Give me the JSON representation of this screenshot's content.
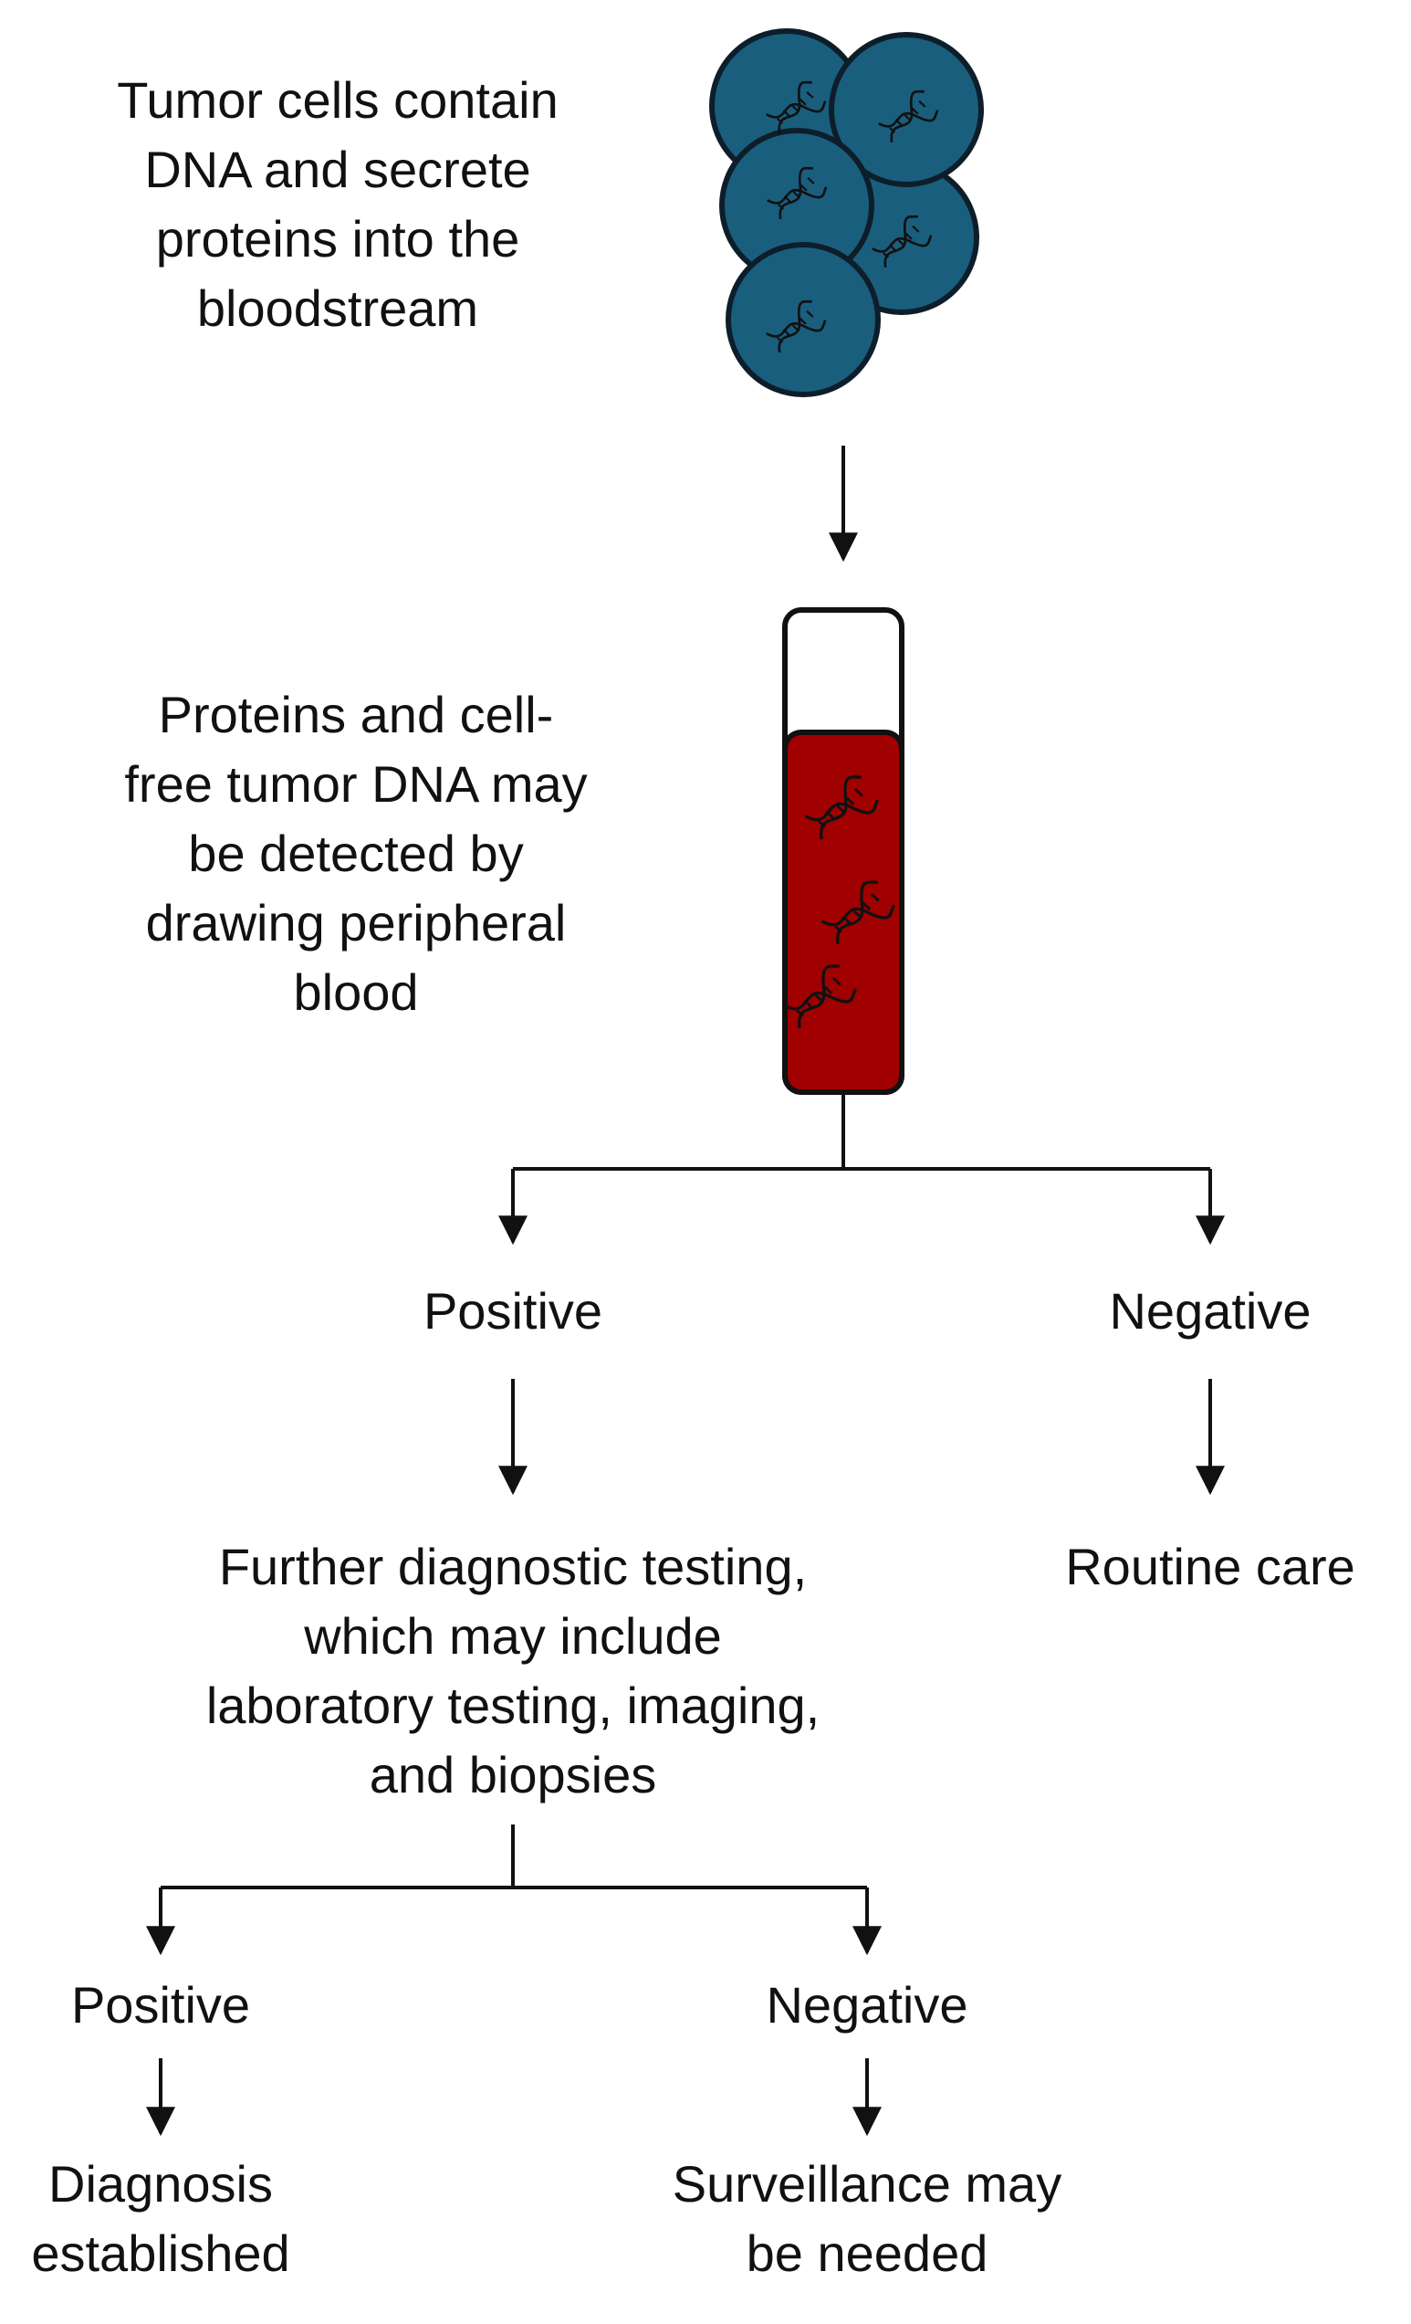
{
  "intro_text": "Tumor cells contain\nDNA and secrete\nproteins into the\nbloodstream",
  "blood_text": "Proteins and cell-\nfree tumor DNA may\nbe detected by\ndrawing peripheral\nblood",
  "screen_positive": "Positive",
  "screen_negative": "Negative",
  "further_testing": "Further diagnostic testing,\nwhich may include\nlaboratory testing, imaging,\nand biopsies",
  "routine_care": "Routine care",
  "final_positive": "Positive",
  "final_negative": "Negative",
  "diagnosis": "Diagnosis\nestablished",
  "surveillance": "Surveillance may\nbe needed",
  "colors": {
    "cell_fill": "#1a5e7e",
    "blood_fill": "#a00000",
    "line": "#111111"
  }
}
